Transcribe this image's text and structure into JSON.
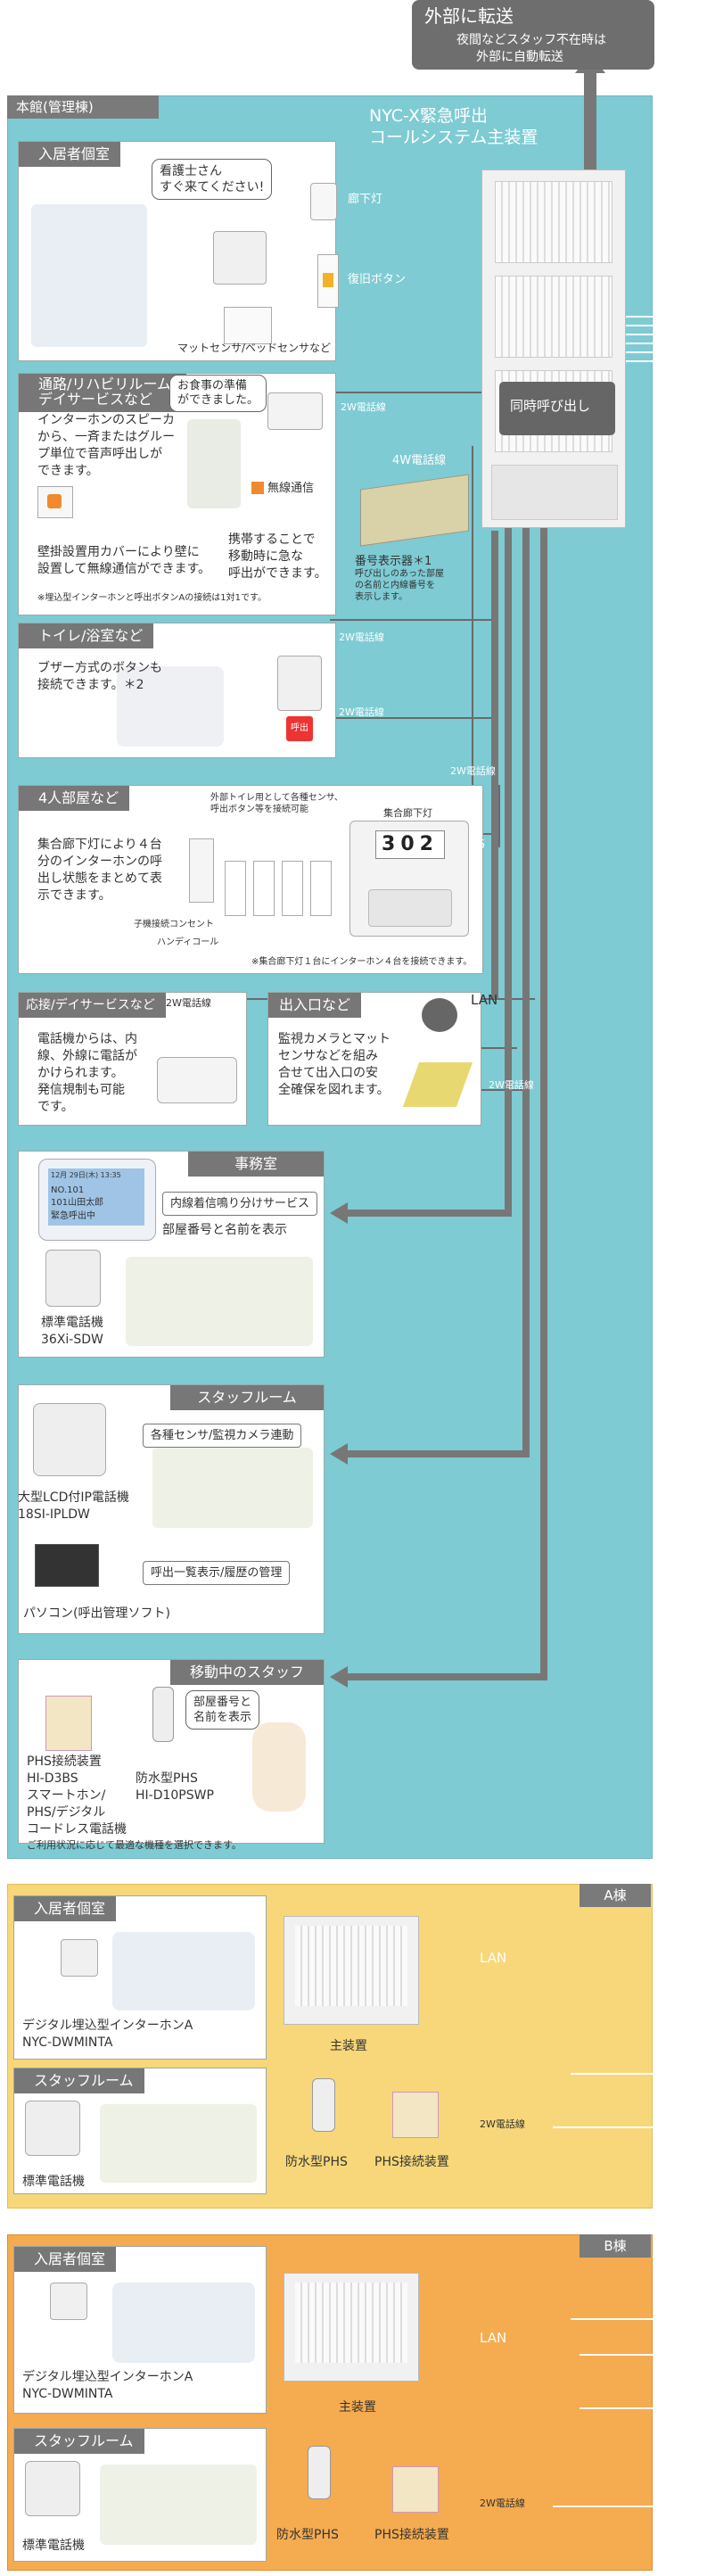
{
  "header": {
    "transfer_title": "外部に転送",
    "transfer_line1": "夜間などスタッフ不在時は",
    "transfer_line2": "外部に自動転送"
  },
  "honkan": {
    "tab": "本館(管理棟)",
    "system_line1": "NYC-X緊急呼出",
    "system_line2": "コールシステム主装置",
    "simultaneous": "同時呼び出し",
    "wire_4w": "4W電話線",
    "number_display_line1": "番号表示器＊1",
    "number_display_line2": "呼び出しのあった部屋",
    "number_display_line3": "の名前と内線番号を",
    "number_display_line4": "表示します。"
  },
  "resident_room": {
    "title": "入居者個室",
    "bubble_line1": "看護士さん",
    "bubble_line2": "すぐ来てください!",
    "hall_light": "廊下灯",
    "reset_button": "復旧ボタン",
    "sensor": "マットセンサ/ベッドセンサなど"
  },
  "hallway": {
    "title_line1": "通路/リハビリルーム/",
    "title_line2": "デイサービスなど",
    "bubble_line1": "お食事の準備",
    "bubble_line2": "ができました。",
    "desc_line1": "インターホンのスピーカ",
    "desc_line2": "から、一斉またはグルー",
    "desc_line3": "プ単位で音声呼出しが",
    "desc_line4": "できます。",
    "wireless": "無線通信",
    "carry_line1": "携帯することで",
    "carry_line2": "移動時に急な",
    "carry_line3": "呼出ができます。",
    "cover_line1": "壁掛設置用カバーにより壁に",
    "cover_line2": "設置して無線通信ができます。",
    "note": "※埋込型インターホンと呼出ボタンAの接続は1対1です。",
    "wire": "2W電話線"
  },
  "toilet": {
    "title": "トイレ/浴室など",
    "desc_line1": "ブザー方式のボタンも",
    "desc_line2": "接続できます。＊2",
    "call_label": "呼出",
    "wire1": "2W電話線",
    "wire2": "2W電話線"
  },
  "four_room": {
    "title": "4人部屋など",
    "wire": "2W電話線",
    "desc_line1": "集合廊下灯により４台",
    "desc_line2": "分のインターホンの呼",
    "desc_line3": "出し状態をまとめて表",
    "desc_line4": "示できます。",
    "ext_line1": "外部トイレ用として各種センサ、",
    "ext_line2": "呼出ボタン等を接続可能",
    "group_light": "集合廊下灯",
    "display_number": "302",
    "display_num5": "5",
    "child_outlet": "子機接続コンセント",
    "handy": "ハンディコール",
    "note": "※集合廊下灯１台にインターホン４台を接続できます。"
  },
  "reception": {
    "title": "応接/デイサービスなど",
    "wire": "2W電話線",
    "desc_line1": "電話機からは、内",
    "desc_line2": "線、外線に電話が",
    "desc_line3": "かけられます。",
    "desc_line4": "発信規制も可能",
    "desc_line5": "です。"
  },
  "entrance": {
    "title": "出入口など",
    "lan": "LAN",
    "wire": "2W電話線",
    "desc_line1": "監視カメラとマット",
    "desc_line2": "センサなどを組み",
    "desc_line3": "合せて出入口の安",
    "desc_line4": "全確保を図れます。"
  },
  "office": {
    "title": "事務室",
    "note1": "内線着信鳴り分けサービス",
    "note2": "部屋番号と名前を表示",
    "phone_line1": "標準電話機",
    "phone_line2": "36Xi-SDW",
    "lcd_line1": "12月 29日(木) 13:35",
    "lcd_line2": "NO.101",
    "lcd_line3": "101山田太郎",
    "lcd_line4": "緊急呼出中"
  },
  "staff_room": {
    "title": "スタッフルーム",
    "note1": "各種センサ/監視カメラ連動",
    "note2": "呼出一覧表示/履歴の管理",
    "phone_line1": "大型LCD付IP電話機",
    "phone_line2": "18SI-IPLDW",
    "pc": "パソコン(呼出管理ソフト)"
  },
  "mobile_staff": {
    "title": "移動中のスタッフ",
    "bubble_line1": "部屋番号と",
    "bubble_line2": "名前を表示",
    "phs_device_line1": "PHS接続装置",
    "phs_device_line2": "HI-D3BS",
    "smart_line1": "スマートホン/",
    "smart_line2": "PHS/デジタル",
    "smart_line3": "コードレス電話機",
    "phs_line1": "防水型PHS",
    "phs_line2": "HI-D10PSWP",
    "note": "ご利用状況に応じて最適な機種を選択できます。"
  },
  "building_a": {
    "tab": "A棟",
    "resident_title": "入居者個室",
    "intercom_line1": "デジタル埋込型インターホンA",
    "intercom_line2": "NYC-DWMINTA",
    "main_unit": "主装置",
    "lan": "LAN",
    "wire": "2W電話線",
    "staff_title": "スタッフルーム",
    "phone": "標準電話機",
    "phs": "防水型PHS",
    "phs_device": "PHS接続装置"
  },
  "building_b": {
    "tab": "B棟",
    "resident_title": "入居者個室",
    "intercom_line1": "デジタル埋込型インターホンA",
    "intercom_line2": "NYC-DWMINTA",
    "main_unit": "主装置",
    "lan": "LAN",
    "wire": "2W電話線",
    "staff_title": "スタッフルーム",
    "phone": "標準電話機",
    "phs": "防水型PHS",
    "phs_device": "PHS接続装置"
  }
}
